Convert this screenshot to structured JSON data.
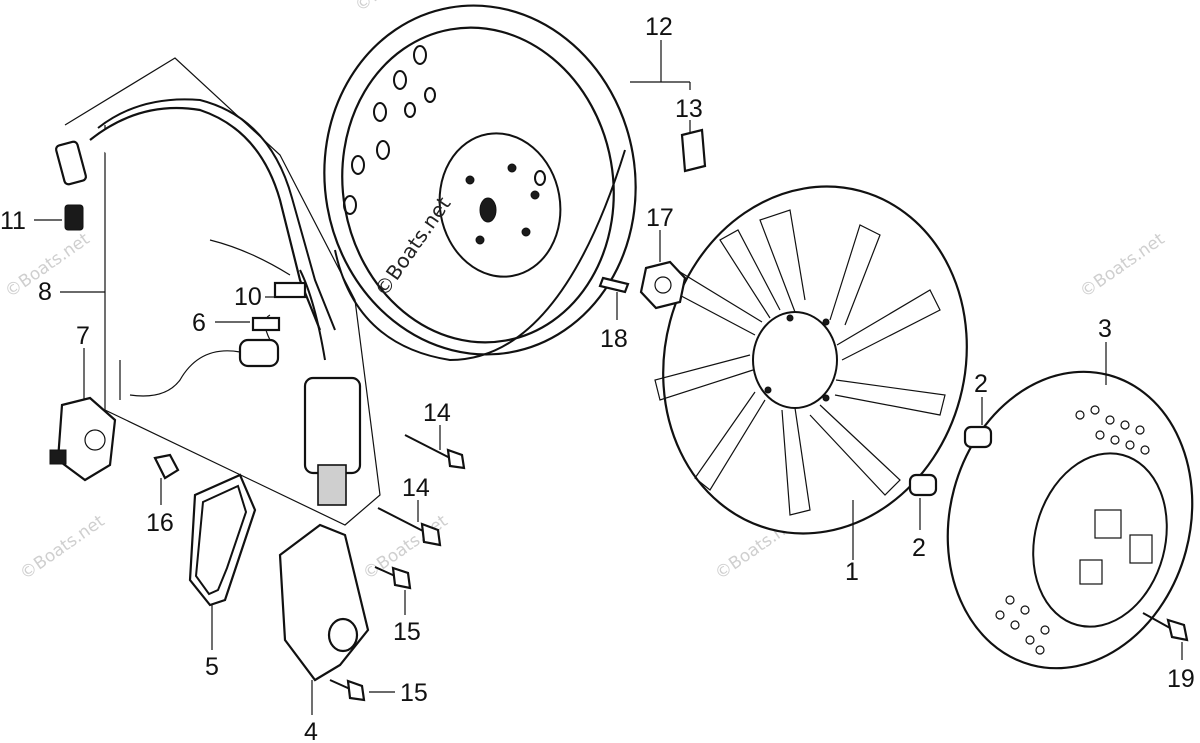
{
  "watermark": {
    "main": "©Boats.net",
    "faint": "©Boats.net"
  },
  "callouts": {
    "c1": "1",
    "c2a": "2",
    "c2b": "2",
    "c3": "3",
    "c4": "4",
    "c5": "5",
    "c6": "6",
    "c7": "7",
    "c8": "8",
    "c10": "10",
    "c11": "11",
    "c12": "12",
    "c13": "13",
    "c14a": "14",
    "c14b": "14",
    "c15a": "15",
    "c15b": "15",
    "c16": "16",
    "c17": "17",
    "c18": "18",
    "c19": "19"
  }
}
